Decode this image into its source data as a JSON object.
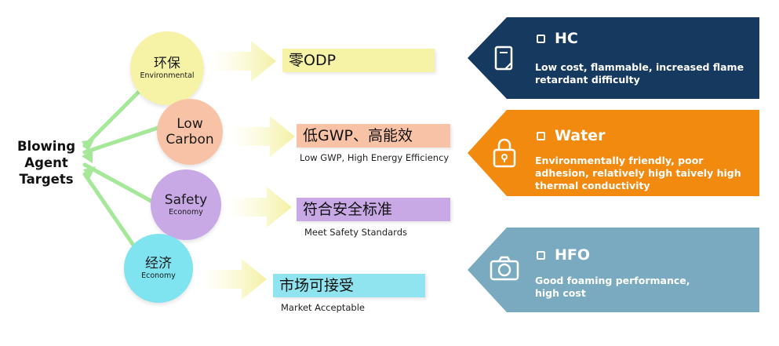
{
  "title": "Blowing\nAgent\nTargets",
  "targets": [
    {
      "main": "环保",
      "sub": "Environmental",
      "label": "零ODP",
      "label_en": ""
    },
    {
      "main": "Low\nCarbon",
      "sub": "",
      "label": "低GWP、高能效",
      "label_en": "Low GWP, High Energy Efficiency"
    },
    {
      "main": "Safety",
      "sub": "Economy",
      "label": "符合安全标准",
      "label_en": "Meet Safety Standards"
    },
    {
      "main": "经济",
      "sub": "Economy",
      "label": "市场可接受",
      "label_en": "Market Acceptable"
    }
  ],
  "agents": [
    {
      "name": "HC",
      "desc": "Low cost, flammable, increased flame retardant difficulty",
      "icon": "document-icon",
      "color": "#163a5f"
    },
    {
      "name": "Water",
      "desc": "Environmentally friendly, poor adhesion, relatively high taively high thermal conductivity",
      "icon": "lock-icon",
      "color": "#f28a10"
    },
    {
      "name": "HFO",
      "desc": "Good foaming performance, high cost",
      "icon": "camera-icon",
      "color": "#7aaabf"
    }
  ],
  "colors": {
    "circle_env": "#f6f3a6",
    "circle_carbon": "#f8c2a6",
    "circle_safety": "#c8a9e6",
    "circle_econ": "#7fe3f0",
    "label_env": "#f6f3a6",
    "label_carbon": "#f8c2a6",
    "label_safety": "#c8a9e6",
    "label_econ": "#8fe4ef",
    "connector": "#a6e89a"
  }
}
